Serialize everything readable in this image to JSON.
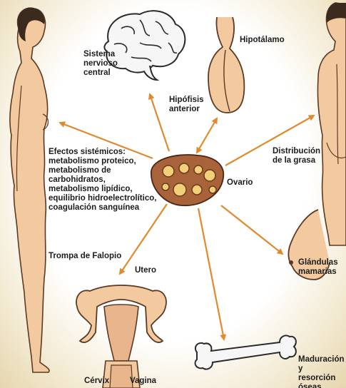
{
  "colors": {
    "arrow": "#e08a2e",
    "skin": "#f3c9a0",
    "skin_outline": "#5a3a24",
    "hair": "#3b2a1e",
    "ovary": "#a9633a",
    "follicle": "#f2d07a",
    "brain": "#f6f6f6",
    "bone": "#f6f6f6"
  },
  "labels": {
    "snc": "Sistema\nnervioso\ncentral",
    "hipotalamo": "Hipotálamo",
    "hipofisis": "Hipófisis\nanterior",
    "efectos": "Efectos sistémicos:\nmetabolismo proteico,\nmetabolismo de\ncarbohidratos,\nmetabolismo lipídico,\nequilibrio hidroelectrolítico,\ncoagulación sanguínea",
    "ovario": "Ovario",
    "grasa": "Distribución\nde la grasa",
    "glandulas": "Glándulas\nmamarias",
    "trompa": "Trompa de Falopio",
    "utero": "Utero",
    "cervix": "Cérvix",
    "vagina": "Vagina",
    "oseo": "Maduración y\nresorción óseas"
  }
}
